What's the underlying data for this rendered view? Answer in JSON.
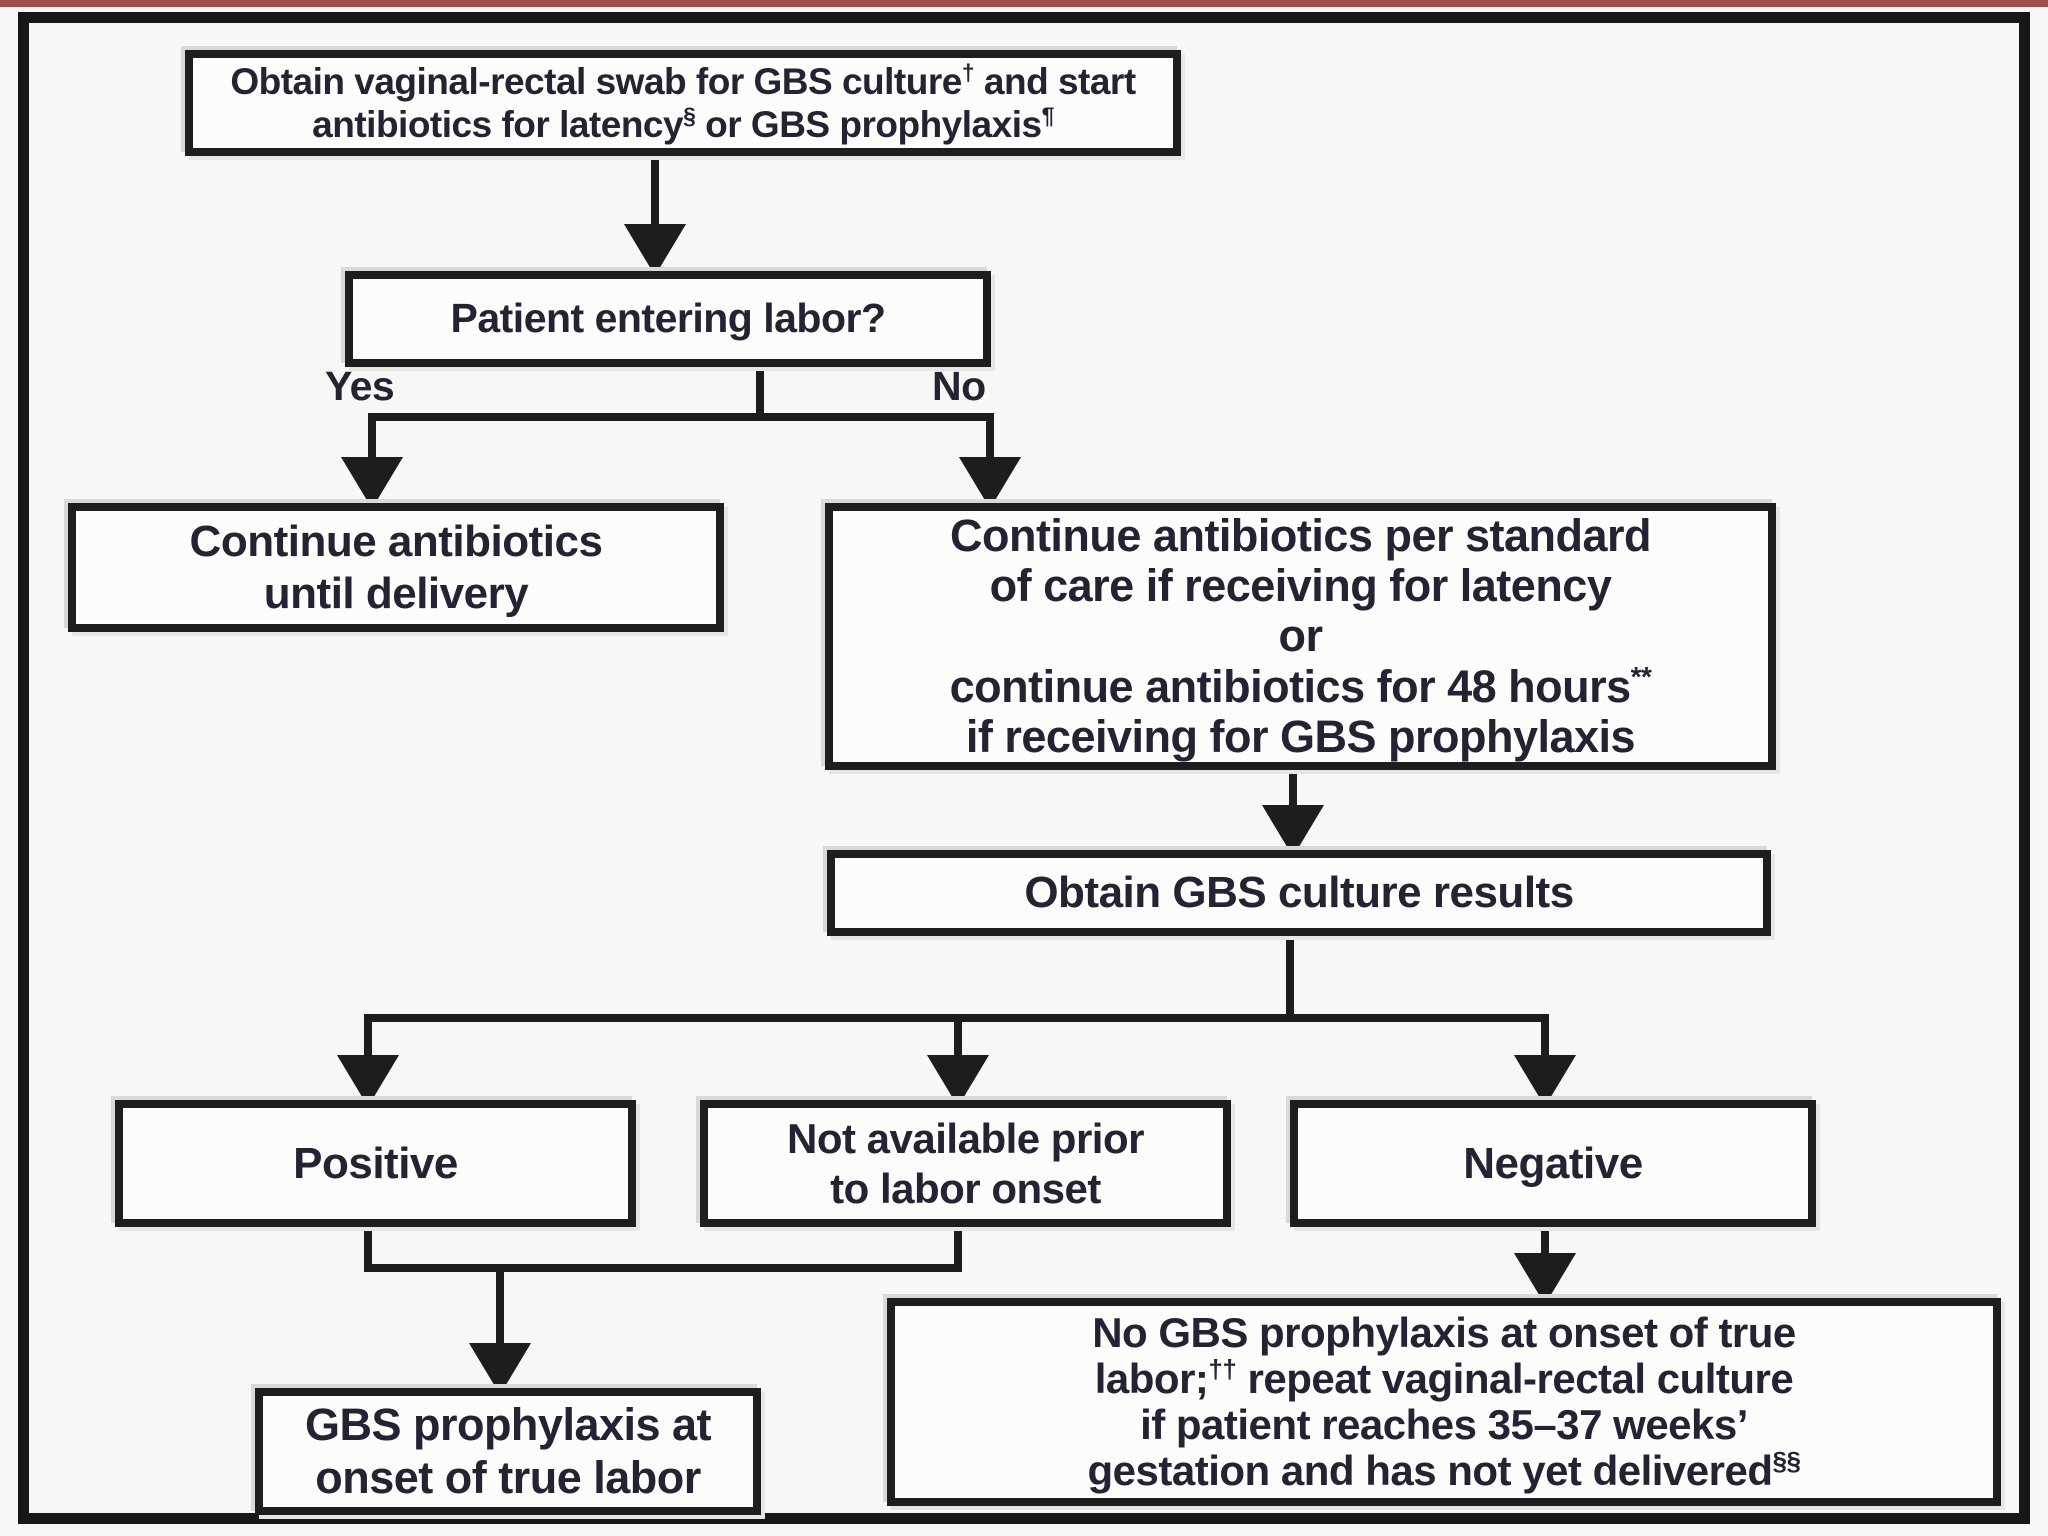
{
  "palette": {
    "background": "#f7f7f5",
    "box_fill": "#fcfcfb",
    "border_black": "#1e1e1e",
    "frame_black": "#171717",
    "text_ink": "#232334",
    "scan_artifact_red": "#8a2020"
  },
  "flowchart": {
    "top_box": {
      "line1_text": "Obtain vaginal-rectal swab for GBS culture",
      "line1_sup": "†",
      "line1_rest": " and start",
      "line2_text": "antibiotics for latency",
      "line2_sup1": "§",
      "line2_mid": " or GBS prophylaxis",
      "line2_sup2": "¶"
    },
    "labor_box": {
      "text": "Patient entering labor?"
    },
    "yes_label": "Yes",
    "no_label": "No",
    "continue_delivery_box": {
      "line1": "Continue antibiotics",
      "line2": "until delivery"
    },
    "continue_standard_box": {
      "line1": "Continue antibiotics per standard",
      "line2": "of care if receiving for latency",
      "line3": "or",
      "line4": "continue antibiotics for 48 hours",
      "line4_sup": "**",
      "line5": "if receiving for GBS prophylaxis"
    },
    "results_box": {
      "text": "Obtain GBS culture results"
    },
    "positive_box": {
      "text": "Positive"
    },
    "not_available_box": {
      "line1": "Not available prior",
      "line2": "to labor onset"
    },
    "negative_box": {
      "text": "Negative"
    },
    "gbs_prophylaxis_box": {
      "line1": "GBS prophylaxis at",
      "line2": "onset of true labor"
    },
    "no_gbs_box": {
      "line1": "No GBS prophylaxis at onset of true",
      "line2_a": "labor;",
      "line2_sup": "††",
      "line2_b": " repeat vaginal-rectal culture",
      "line3": "if patient reaches 35–37 weeks’",
      "line4_a": "gestation and has not yet delivered",
      "line4_sup": "§§"
    }
  }
}
